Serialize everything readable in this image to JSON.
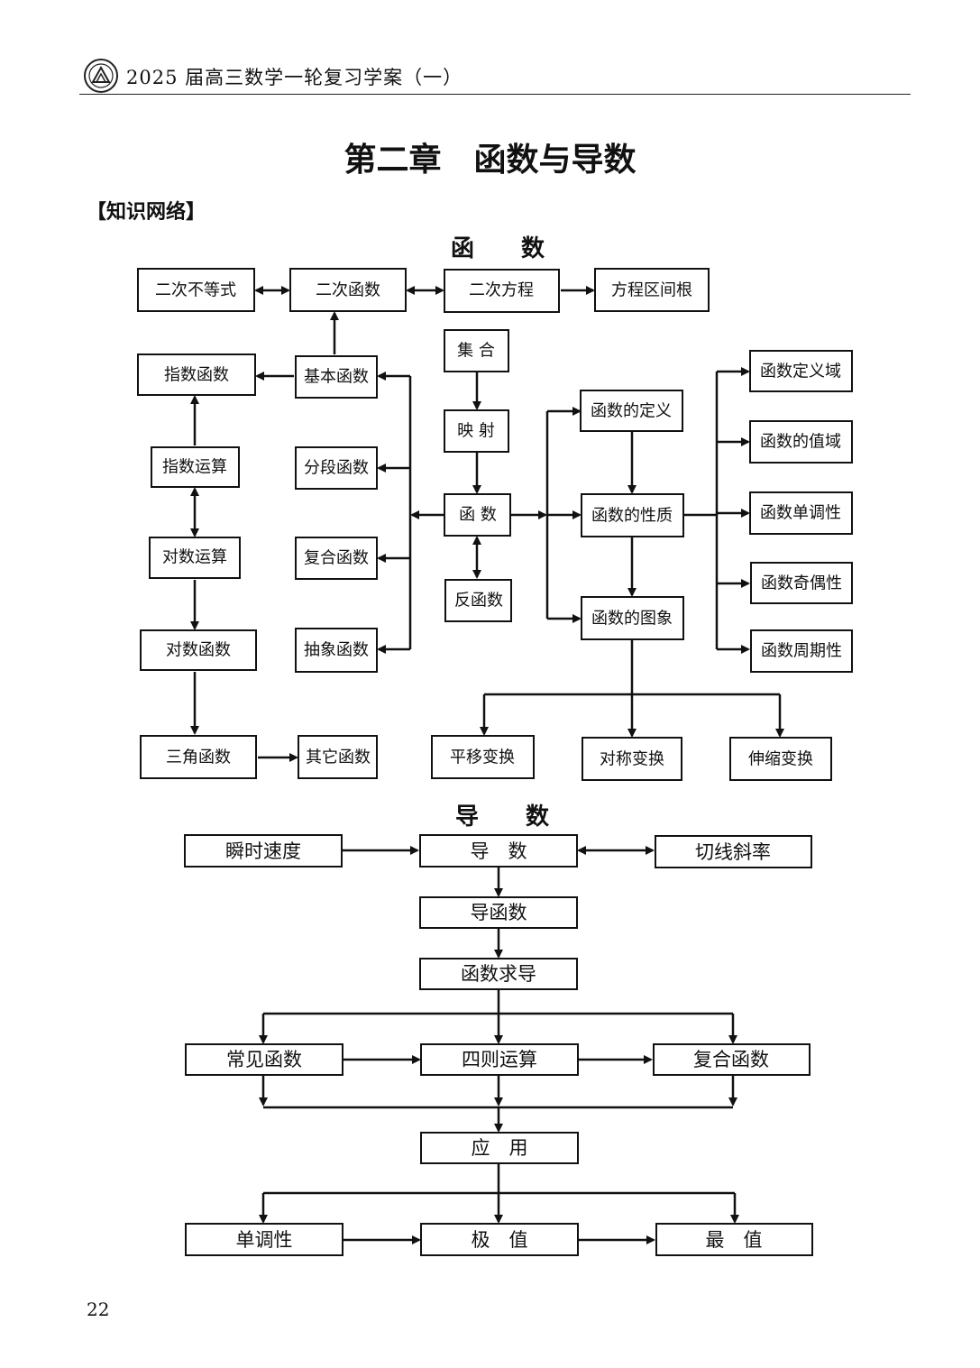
{
  "header": {
    "title": "2025 届高三数学一轮复习学案（一）"
  },
  "page": {
    "chapter_title": "第二章　函数与导数",
    "section_label": "【知识网络】",
    "page_number": "22"
  },
  "function_map": {
    "heading": "函　　数",
    "nodes": {
      "ineq2": "二次不等式",
      "quad": "二次函数",
      "eq2": "二次方程",
      "root": "方程区间根",
      "basic": "基本函数",
      "exp_fn": "指数函数",
      "exp_op": "指数运算",
      "log_op": "对数运算",
      "log_fn": "对数函数",
      "trig": "三角函数",
      "other": "其它函数",
      "piece": "分段函数",
      "comp": "复合函数",
      "abstract": "抽象函数",
      "set": "集 合",
      "map": "映 射",
      "func": "函 数",
      "inverse": "反函数",
      "def": "函数的定义",
      "prop": "函数的性质",
      "graph": "函数的图象",
      "domain": "函数定义域",
      "range": "函数的值域",
      "mono": "函数单调性",
      "parity": "函数奇偶性",
      "period": "函数周期性",
      "shift": "平移变换",
      "sym": "对称变换",
      "stretch": "伸缩变换"
    }
  },
  "derivative_map": {
    "heading": "导　　数",
    "nodes": {
      "speed": "瞬时速度",
      "deriv": "导　数",
      "slope": "切线斜率",
      "dfunc": "导函数",
      "dcalc": "函数求导",
      "common": "常见函数",
      "arith": "四则运算",
      "dcomp": "复合函数",
      "apply": "应　用",
      "dmono": "单调性",
      "extreme": "极　值",
      "maxmin": "最　值"
    }
  }
}
